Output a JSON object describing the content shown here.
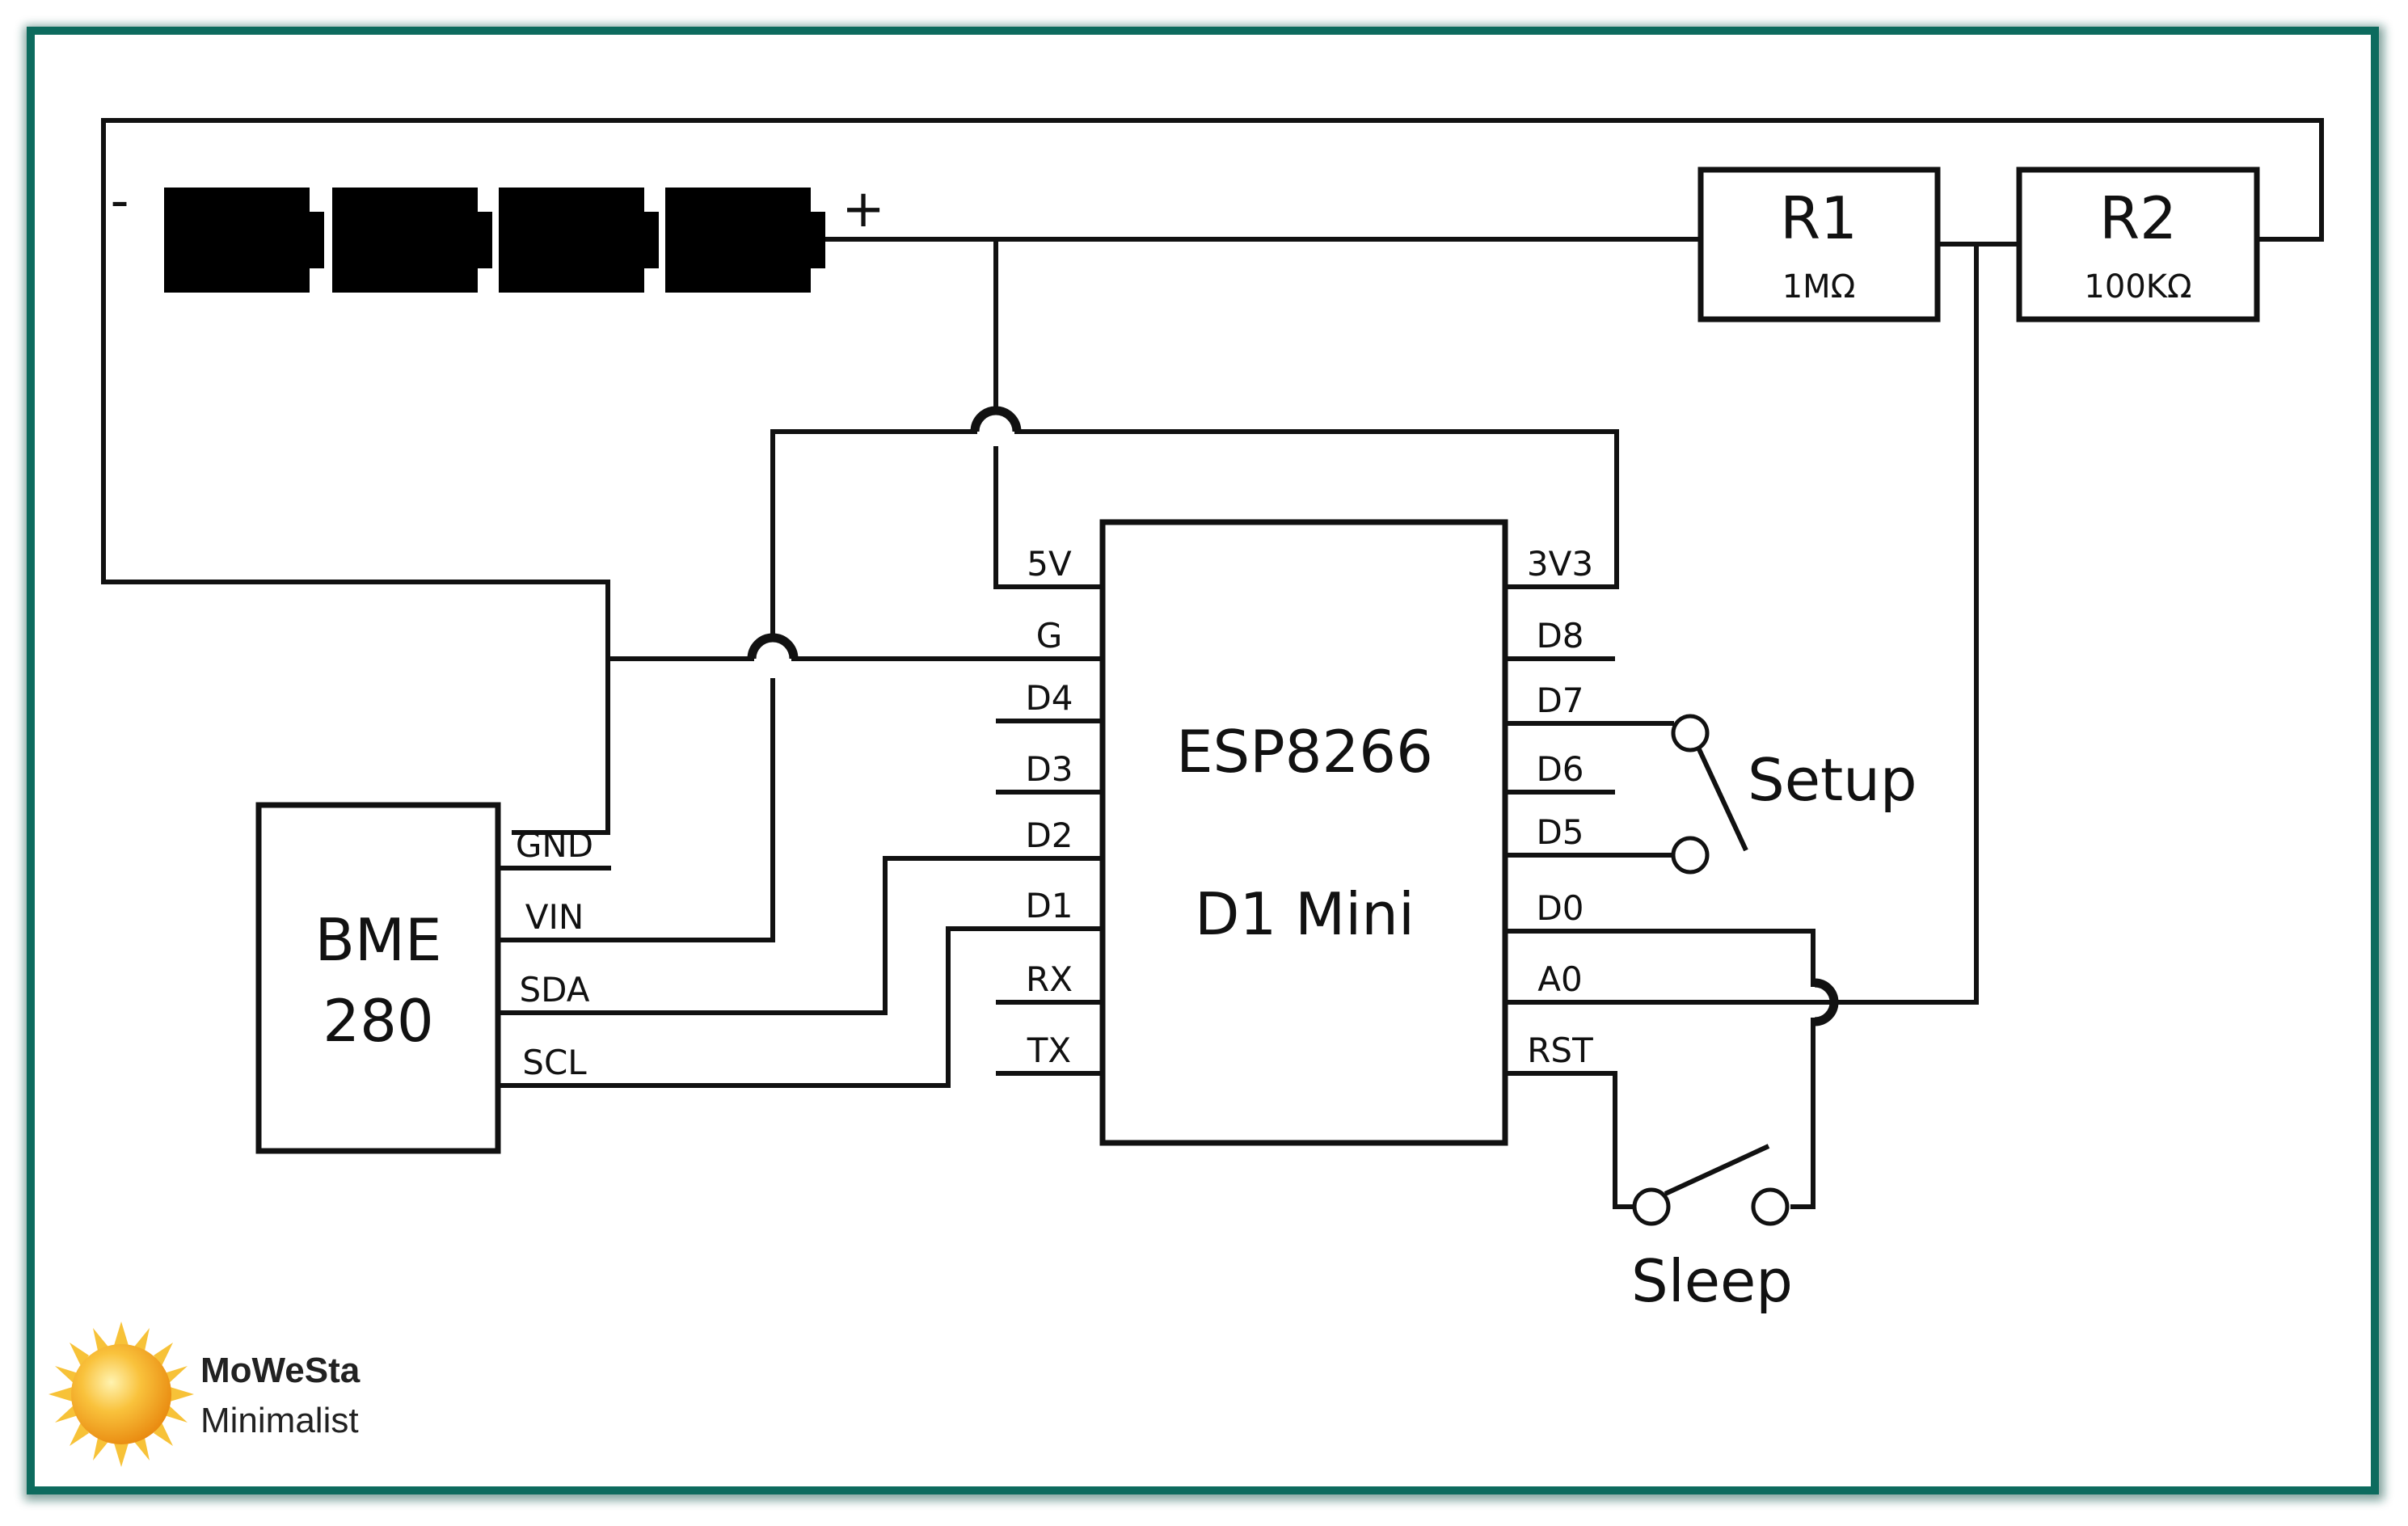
{
  "battery": {
    "minus": "-",
    "plus": "+"
  },
  "resistors": [
    {
      "name": "R1",
      "value": "1MΩ"
    },
    {
      "name": "R2",
      "value": "100KΩ"
    }
  ],
  "mcu": {
    "line1": "ESP8266",
    "line2": "D1 Mini",
    "left_pins": [
      "5V",
      "G",
      "D4",
      "D3",
      "D2",
      "D1",
      "RX",
      "TX"
    ],
    "right_pins": [
      "3V3",
      "D8",
      "D7",
      "D6",
      "D5",
      "D0",
      "A0",
      "RST"
    ]
  },
  "sensor": {
    "line1": "BME",
    "line2": "280",
    "pins": [
      "GND",
      "VIN",
      "SDA",
      "SCL"
    ]
  },
  "switches": {
    "setup": "Setup",
    "sleep": "Sleep"
  },
  "logo": {
    "name": "MoWeSta",
    "tagline": "Minimalist"
  },
  "colors": {
    "frame": "#0d6b5e",
    "wire": "#111111",
    "sun": "#f5a81c"
  }
}
